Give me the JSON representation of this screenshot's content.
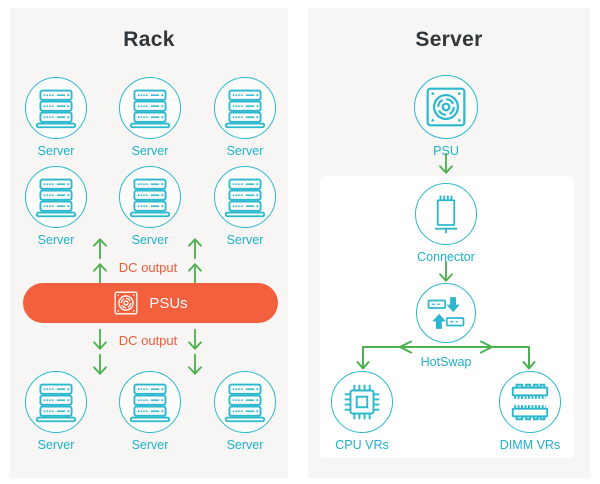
{
  "rack": {
    "title": "Rack",
    "server_label": "Server",
    "dc_output_top": "DC output",
    "psus_label": "PSUs",
    "dc_output_bottom": "DC output"
  },
  "server": {
    "title": "Server",
    "psu_label": "PSU",
    "connector_label": "Connector",
    "hotswap_label": "HotSwap",
    "cpu_vrs_label": "CPU VRs",
    "dimm_vrs_label": "DIMM VRs"
  },
  "icons": {
    "rack_node": "server-icon",
    "psus_bar": "psu-fan-icon",
    "psu_node": "psu-fan-icon",
    "connector_node": "connector-icon",
    "hotswap_node": "hotswap-icon",
    "cpu_vrs_node": "cpu-chip-icon",
    "dimm_vrs_node": "dimm-memory-icon",
    "flow": "arrow-icon"
  },
  "colors": {
    "accent_teal": "#2bb8ce",
    "teal_text": "#1db1c9",
    "arrow_green": "#4cb04e",
    "orange": "#f2603d",
    "panel_background": "#f7f6f4",
    "inner_box_background": "#ffffff",
    "title_text": "#2f363c"
  }
}
